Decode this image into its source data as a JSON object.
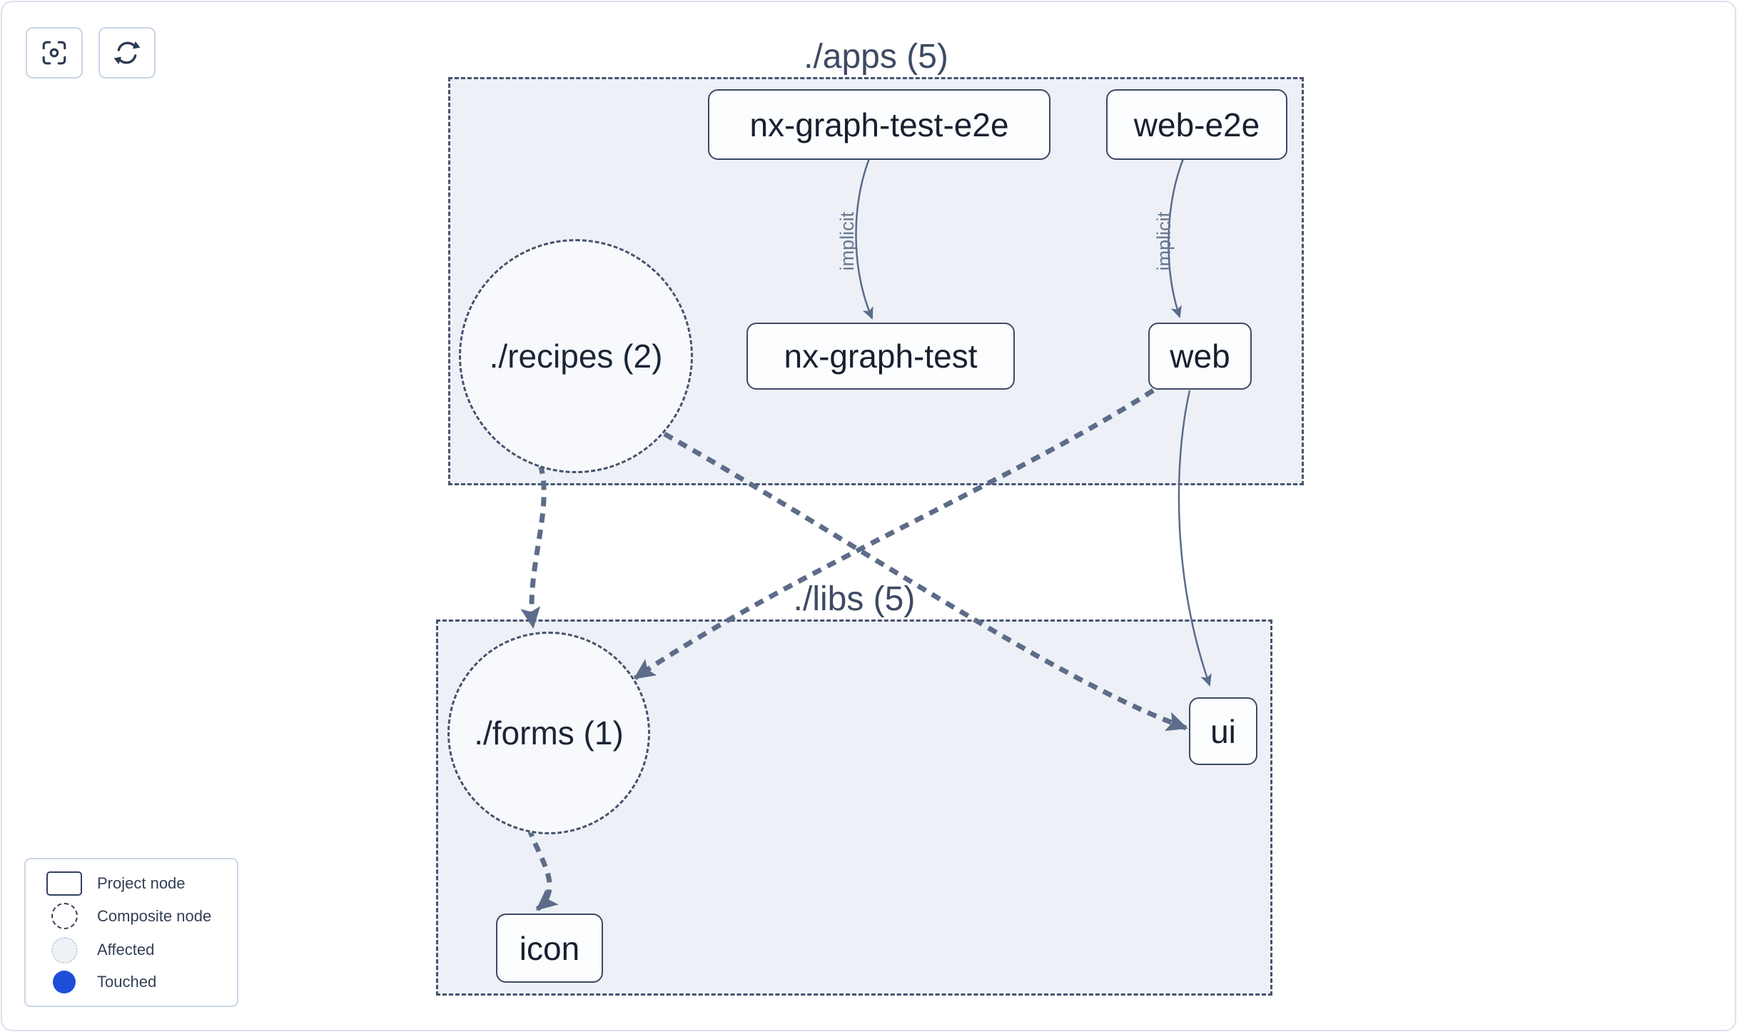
{
  "toolbar": {
    "buttons": [
      {
        "icon": "focus-center-icon"
      },
      {
        "icon": "refresh-icon"
      }
    ]
  },
  "graph": {
    "groups": [
      {
        "id": "apps",
        "label": "./apps (5)"
      },
      {
        "id": "libs",
        "label": "./libs (5)"
      }
    ],
    "composite_nodes": [
      {
        "id": "recipes",
        "label": "./recipes (2)",
        "group": "apps"
      },
      {
        "id": "forms",
        "label": "./forms (1)",
        "group": "libs"
      }
    ],
    "project_nodes": [
      {
        "id": "nx-graph-test-e2e",
        "label": "nx-graph-test-e2e",
        "group": "apps"
      },
      {
        "id": "web-e2e",
        "label": "web-e2e",
        "group": "apps"
      },
      {
        "id": "nx-graph-test",
        "label": "nx-graph-test",
        "group": "apps"
      },
      {
        "id": "web",
        "label": "web",
        "group": "apps"
      },
      {
        "id": "ui",
        "label": "ui",
        "group": "libs"
      },
      {
        "id": "icon",
        "label": "icon",
        "group": "libs"
      }
    ],
    "edges": [
      {
        "from": "nx-graph-test-e2e",
        "to": "nx-graph-test",
        "label": "implicit",
        "style": "solid-thin"
      },
      {
        "from": "web-e2e",
        "to": "web",
        "label": "implicit",
        "style": "solid-thin"
      },
      {
        "from": "./recipes (2)",
        "to": "./forms (1)",
        "label": "",
        "style": "dashed-thick"
      },
      {
        "from": "./recipes (2)",
        "to": "ui",
        "label": "",
        "style": "dashed-thick"
      },
      {
        "from": "web",
        "to": "./forms (1)",
        "label": "",
        "style": "dashed-thick"
      },
      {
        "from": "web",
        "to": "ui",
        "label": "",
        "style": "solid-thin"
      },
      {
        "from": "./forms (1)",
        "to": "icon",
        "label": "",
        "style": "dashed-thick"
      }
    ]
  },
  "legend": {
    "items": [
      {
        "swatch": "project-node",
        "label": "Project node"
      },
      {
        "swatch": "composite-node",
        "label": "Composite node"
      },
      {
        "swatch": "affected",
        "label": "Affected"
      },
      {
        "swatch": "touched",
        "label": "Touched"
      }
    ]
  },
  "colors": {
    "touched": "#1d4ed8",
    "edge_slate": "#5d6c88",
    "group_fill": "#edf1f7",
    "group_border": "#47536e",
    "node_border": "#3c4a66",
    "node_text": "#18202f",
    "muted_label": "#69788f"
  }
}
